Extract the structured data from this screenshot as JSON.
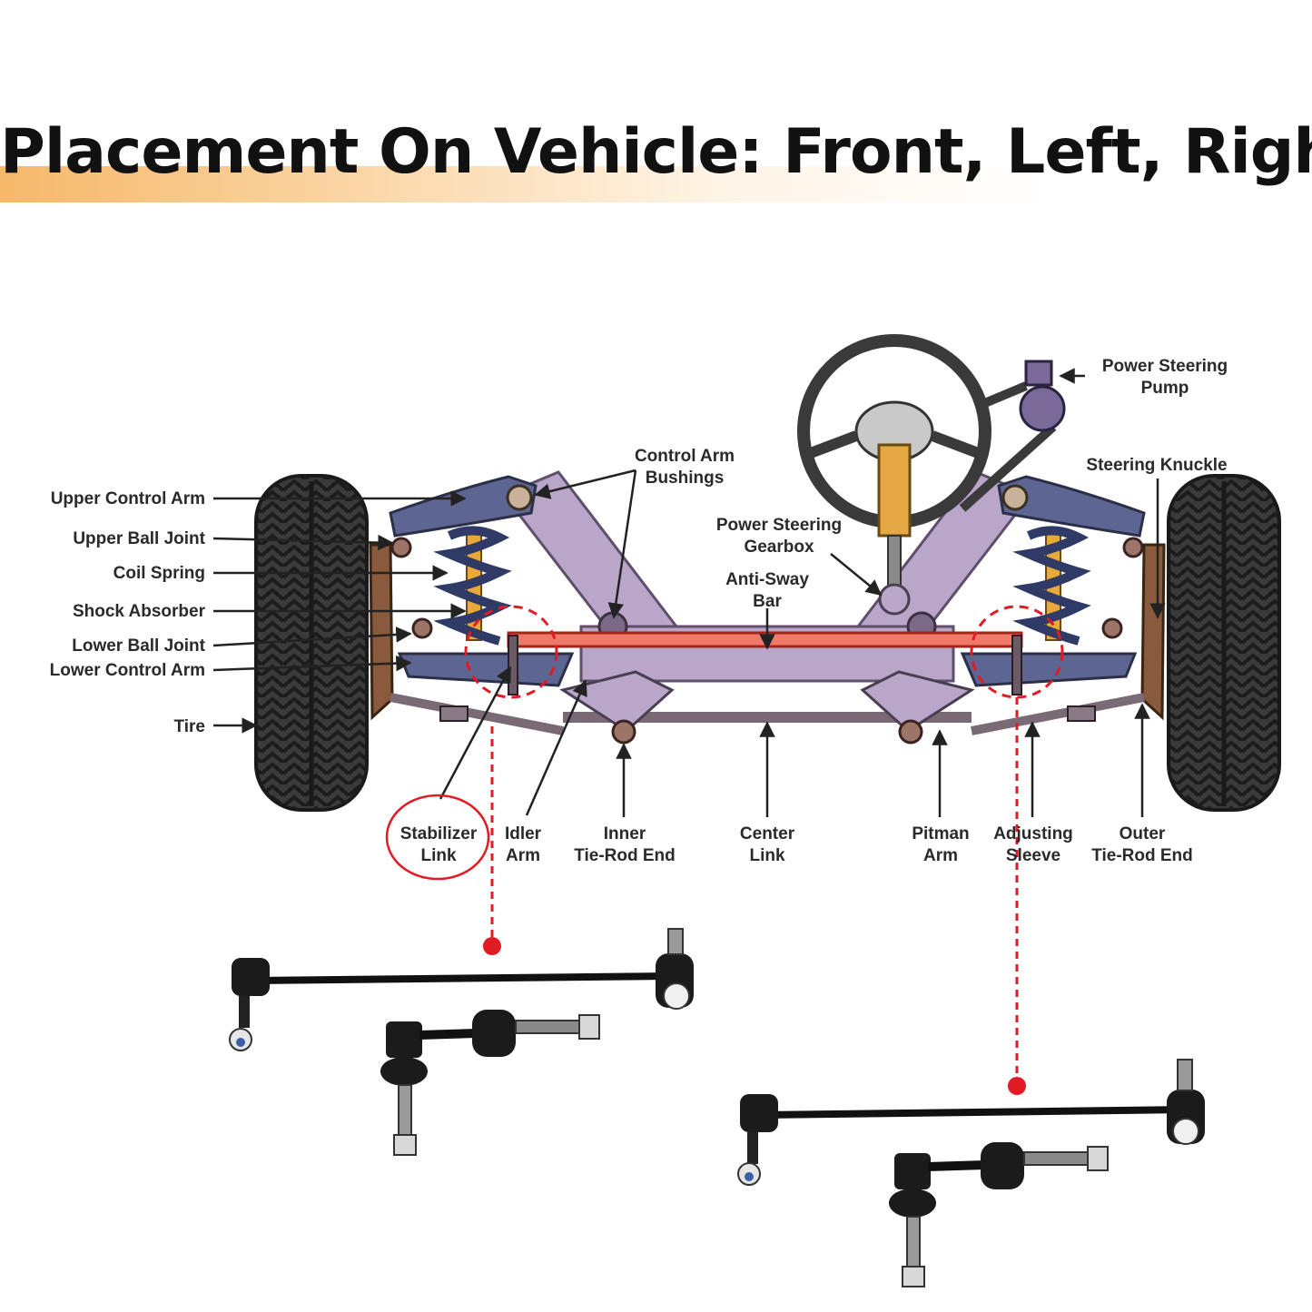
{
  "title": "Placement On Vehicle: Front, Left, Right",
  "colors": {
    "accent_band": "#f6b86a",
    "highlight_red": "#e01b24",
    "frame_purple": "#b9a6c9",
    "arm_blue": "#5d6592"
  },
  "labels": {
    "upper_control_arm": "Upper Control Arm",
    "upper_ball_joint": "Upper Ball Joint",
    "coil_spring": "Coil Spring",
    "shock_absorber": "Shock Absorber",
    "lower_ball_joint": "Lower Ball Joint",
    "lower_control_arm": "Lower Control Arm",
    "tire": "Tire",
    "control_arm_bushings_1": "Control Arm",
    "control_arm_bushings_2": "Bushings",
    "power_steering_gearbox_1": "Power Steering",
    "power_steering_gearbox_2": "Gearbox",
    "anti_sway_bar_1": "Anti-Sway",
    "anti_sway_bar_2": "Bar",
    "power_steering_pump_1": "Power Steering",
    "power_steering_pump_2": "Pump",
    "steering_knuckle": "Steering Knuckle",
    "stabilizer_link_1": "Stabilizer",
    "stabilizer_link_2": "Link",
    "idler_arm_1": "Idler",
    "idler_arm_2": "Arm",
    "inner_tie_rod_1": "Inner",
    "inner_tie_rod_2": "Tie-Rod End",
    "center_link_1": "Center",
    "center_link_2": "Link",
    "pitman_arm_1": "Pitman",
    "pitman_arm_2": "Arm",
    "adjusting_sleeve_1": "Adjusting",
    "adjusting_sleeve_2": "Sleeve",
    "outer_tie_rod_1": "Outer",
    "outer_tie_rod_2": "Tie-Rod End"
  }
}
